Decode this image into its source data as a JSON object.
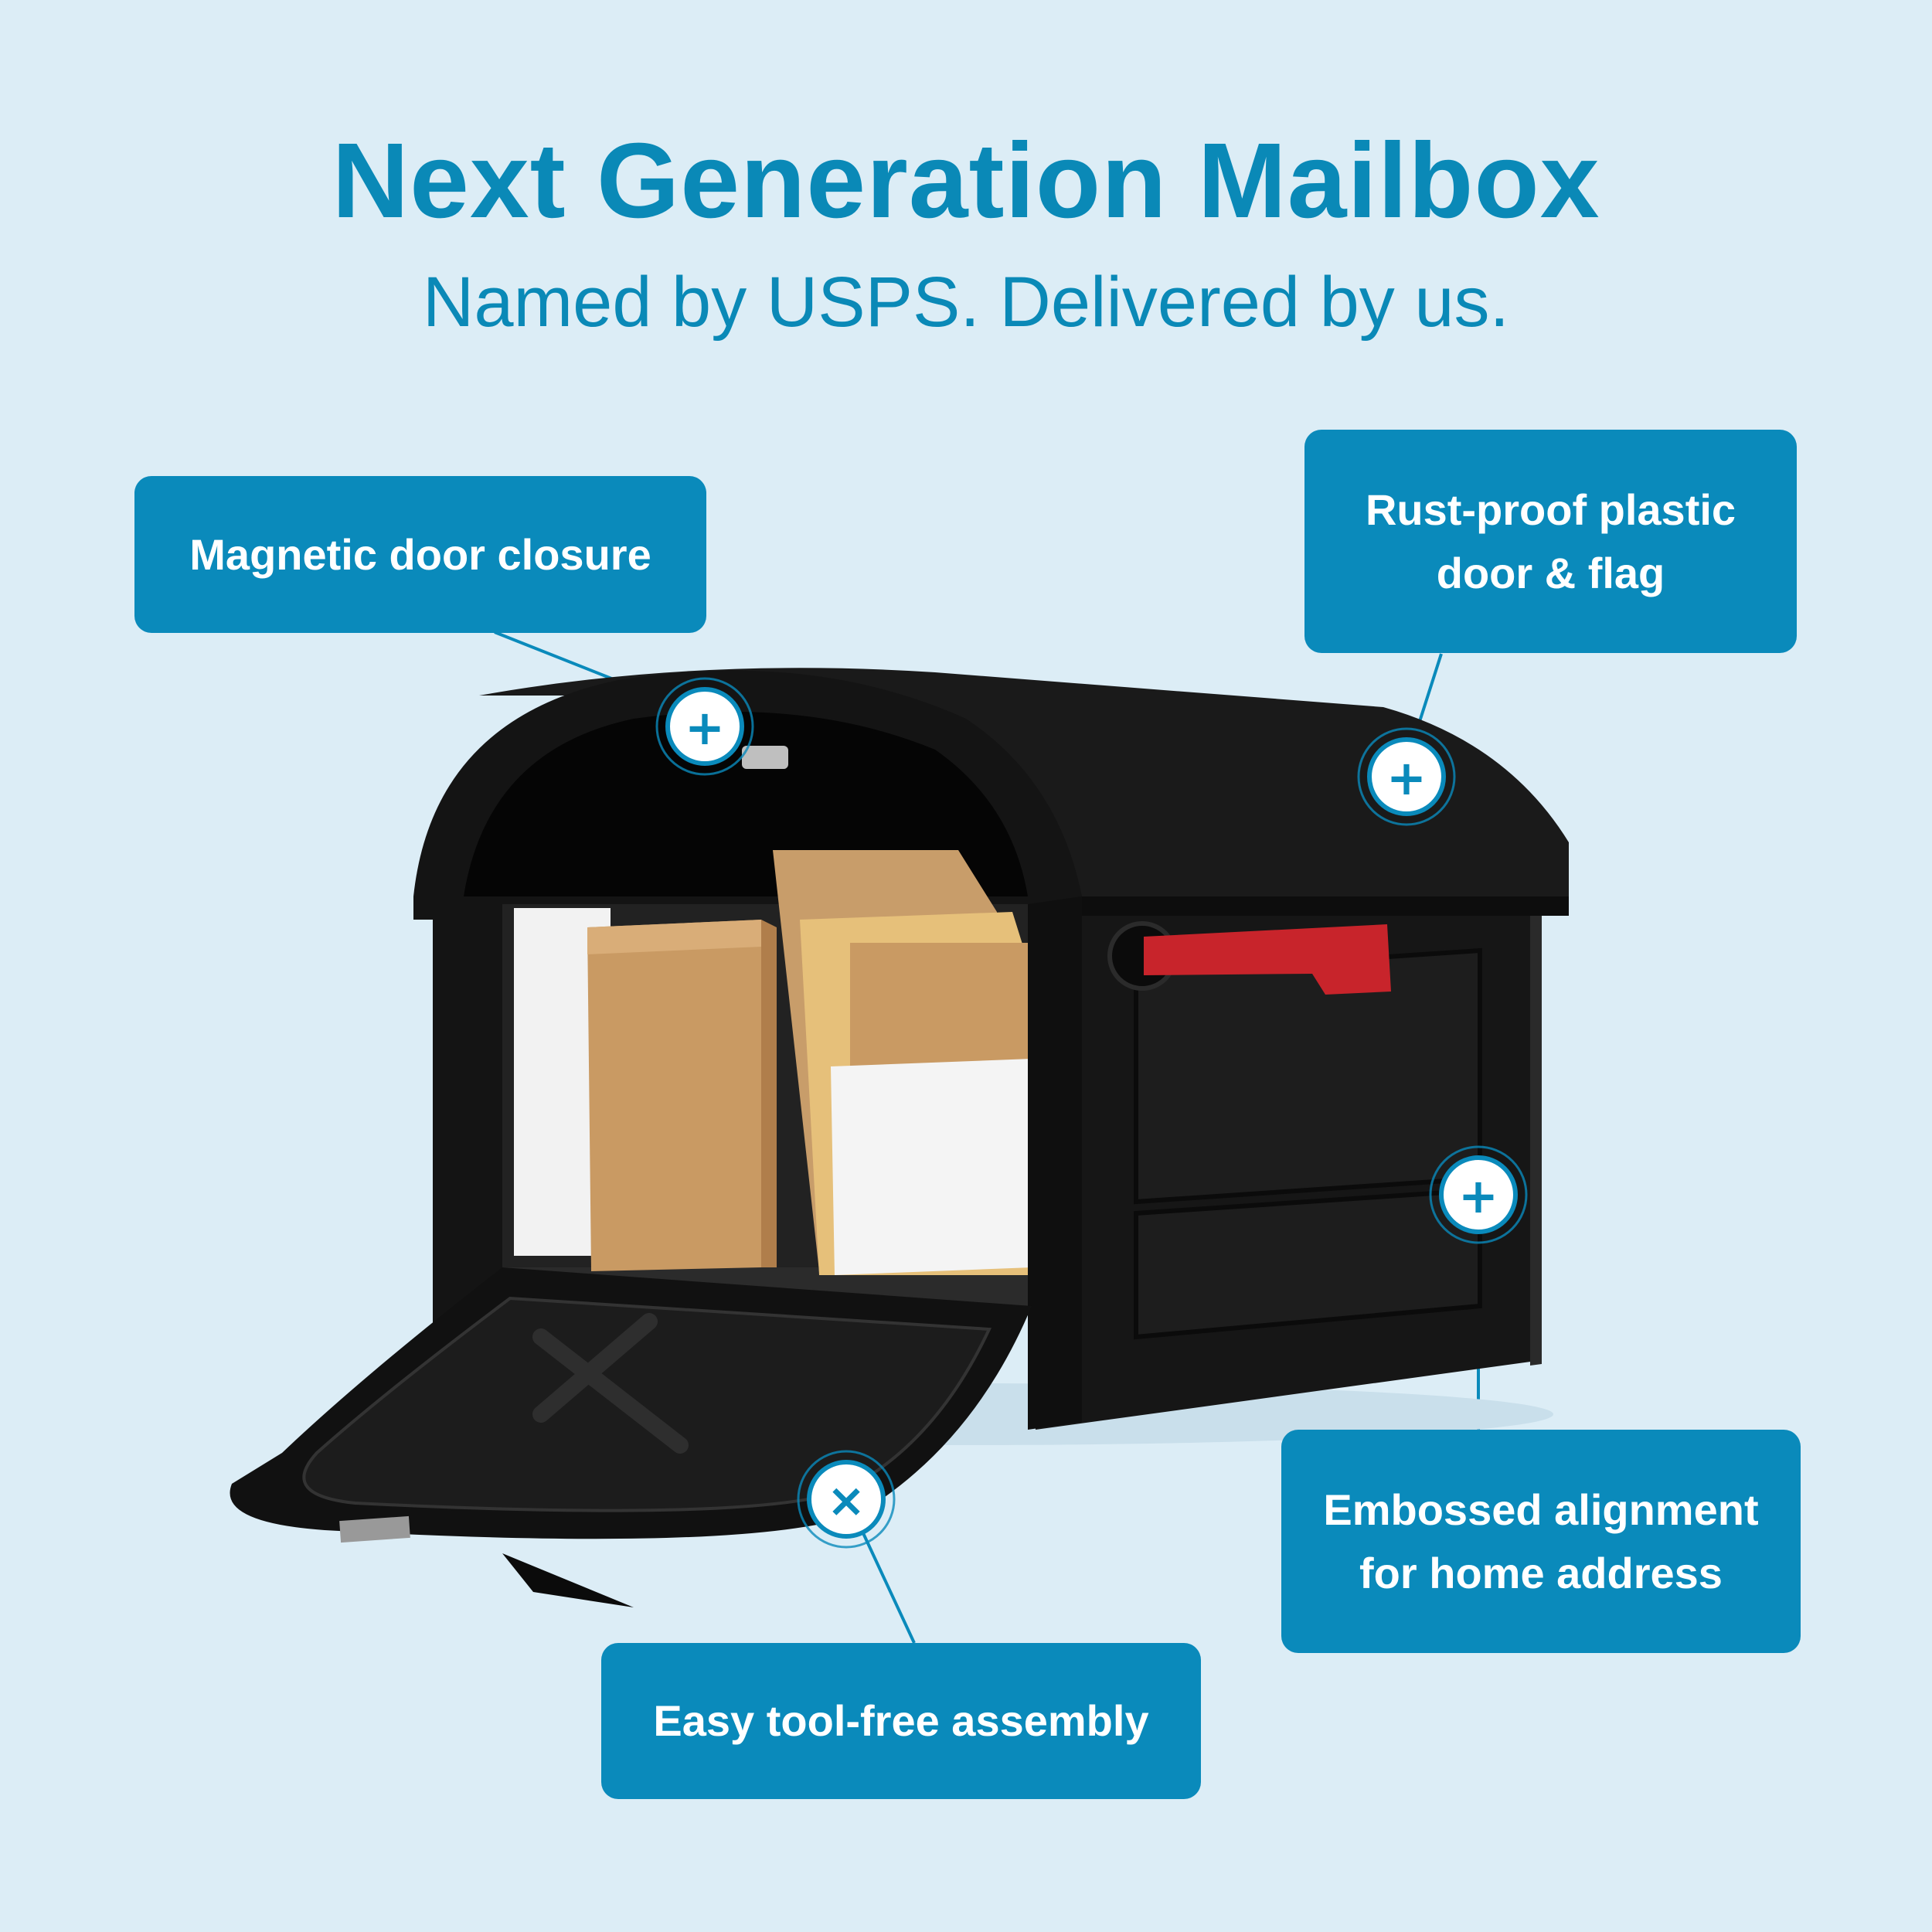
{
  "header": {
    "title": "Next Generation Mailbox",
    "subtitle": "Named by USPS. Delivered by us."
  },
  "callouts": {
    "magnetic": {
      "label": "Magnetic door closure"
    },
    "rustproof": {
      "line1": "Rust-proof plastic",
      "line2": "door & flag"
    },
    "embossed": {
      "line1": "Embossed alignment",
      "line2": "for home address"
    },
    "assembly": {
      "label": "Easy tool-free assembly"
    }
  },
  "hotspots": {
    "plus_symbol": "+",
    "close_symbol": "×"
  },
  "colors": {
    "background": "#dcedf6",
    "accent": "#0a8abb",
    "mailbox": "#111111",
    "flag": "#c8242b",
    "cardboard": "#c99a63",
    "padded_envelope": "#e6c07a"
  },
  "icons": [
    "plus-icon",
    "close-icon"
  ]
}
